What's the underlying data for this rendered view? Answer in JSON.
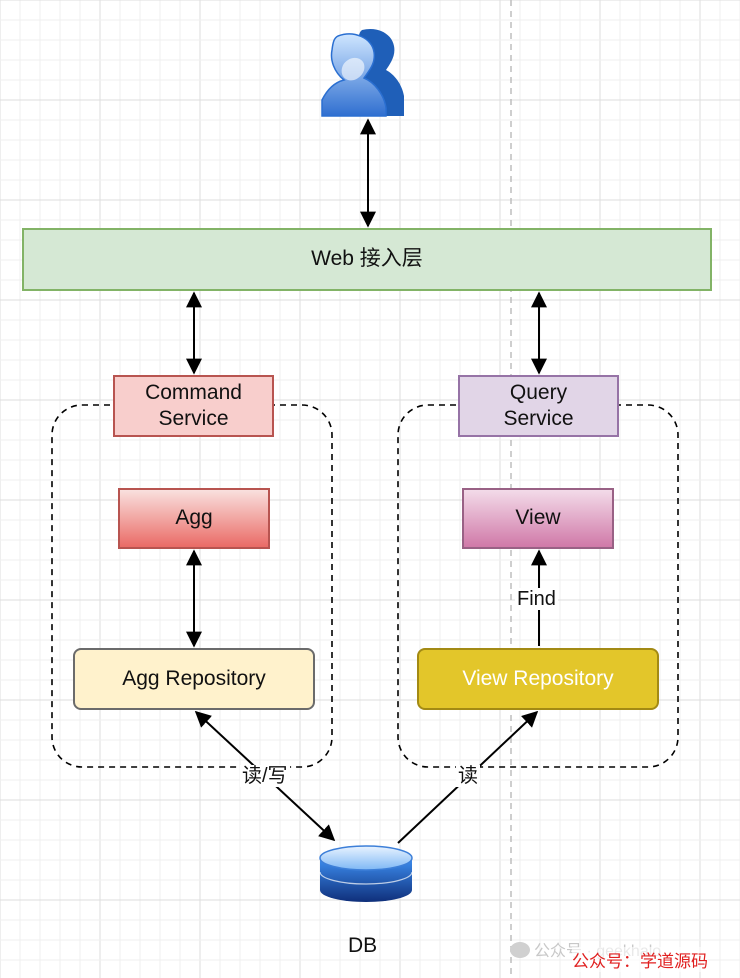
{
  "nodes": {
    "web": "Web 接入层",
    "command_service": "Command\nService",
    "query_service": "Query\nService",
    "agg": "Agg",
    "view": "View",
    "agg_repository": "Agg Repository",
    "view_repository": "View Repository",
    "db": "DB"
  },
  "edges": {
    "find": "Find",
    "read_write": "读/写",
    "read": "读"
  },
  "watermark": {
    "account": "公众号 · geekhalo",
    "account_red": "公众号：学道源码"
  },
  "colors": {
    "web_fill": "#d5e8d4",
    "command_fill": "#f8cecc",
    "query_fill": "#e1d5e7",
    "agg_fill": "#ea6b66",
    "view_fill": "#d079a8",
    "agg_repo_fill": "#fff2cc",
    "view_repo_fill": "#e3c62a",
    "db_fill": "#1a5fb4",
    "user_icon": "#3a86e0"
  },
  "icons": {
    "top": "users-icon",
    "db": "database-icon"
  }
}
